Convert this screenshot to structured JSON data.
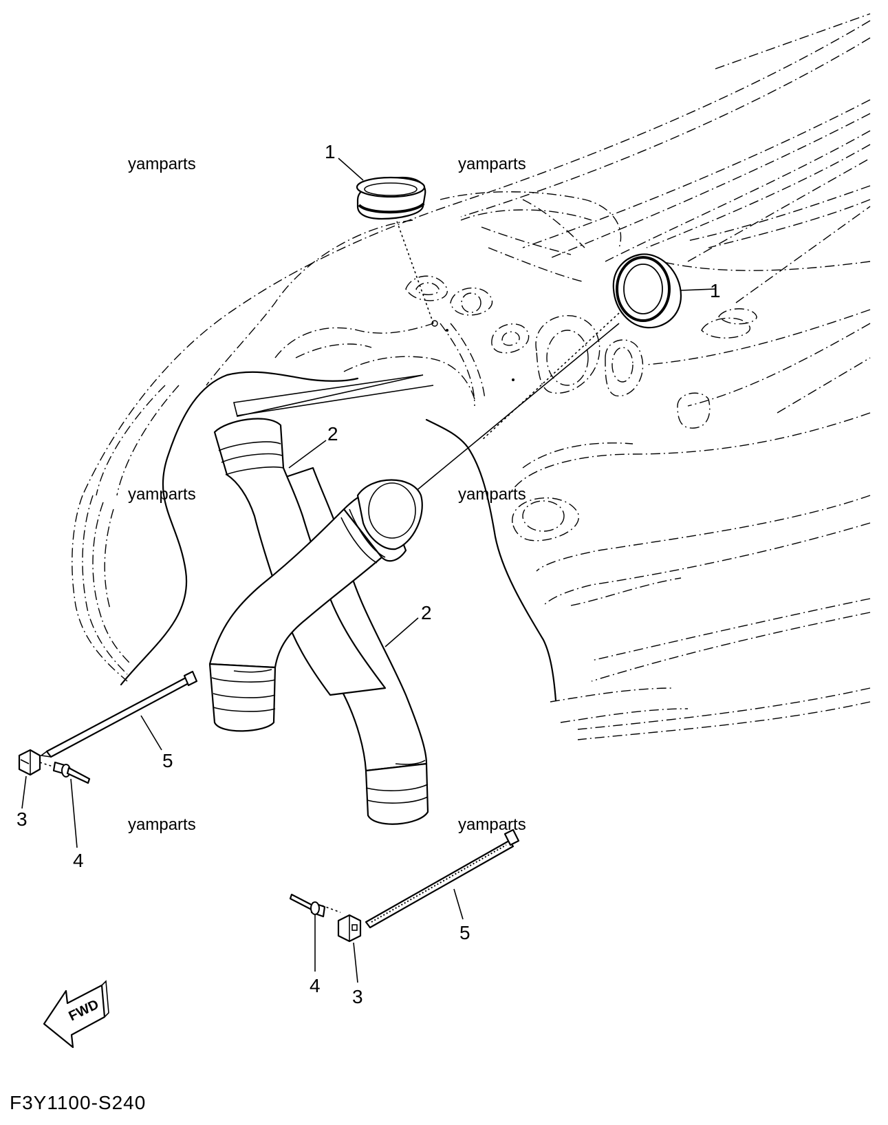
{
  "diagram": {
    "drawing_code": "F3Y1100-S240",
    "watermark": "yamparts",
    "fwd_label": "FWD",
    "callouts": {
      "grommet_upper": "1",
      "grommet_right": "1",
      "hose_upper": "2",
      "hose_lower": "2",
      "holder_left": "3",
      "holder_bottom": "3",
      "rivet_left": "4",
      "rivet_bottom": "4",
      "band_left": "5",
      "band_bottom": "5"
    }
  }
}
